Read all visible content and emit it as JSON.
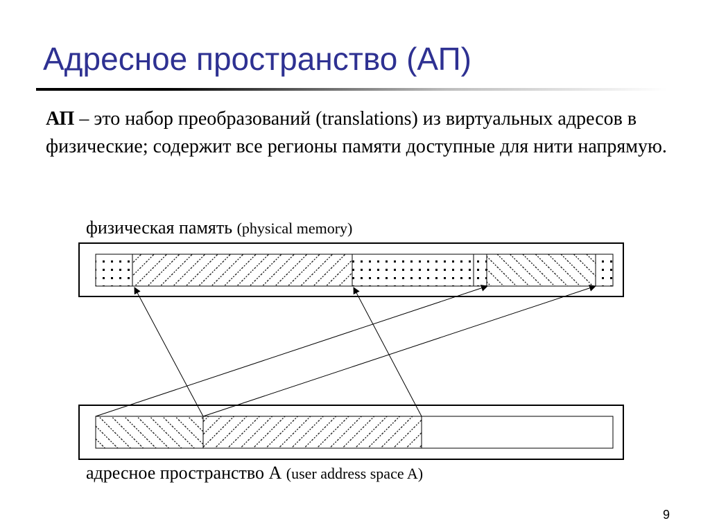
{
  "slide": {
    "title": "Адресное пространство (АП)",
    "definition_term": "АП",
    "definition_text": " – это набор преобразований (translations) из виртуальных адресов в физические; содержит все регионы памяти доступные для нити напрямую.",
    "page_number": "9"
  },
  "diagram": {
    "physical_label": "физическая память",
    "physical_label_en": "(physical memory)",
    "virtual_label": "адресное пространство А",
    "virtual_label_en": "(user address space A)"
  },
  "colors": {
    "title": "#2e3192",
    "ink": "#000000"
  }
}
